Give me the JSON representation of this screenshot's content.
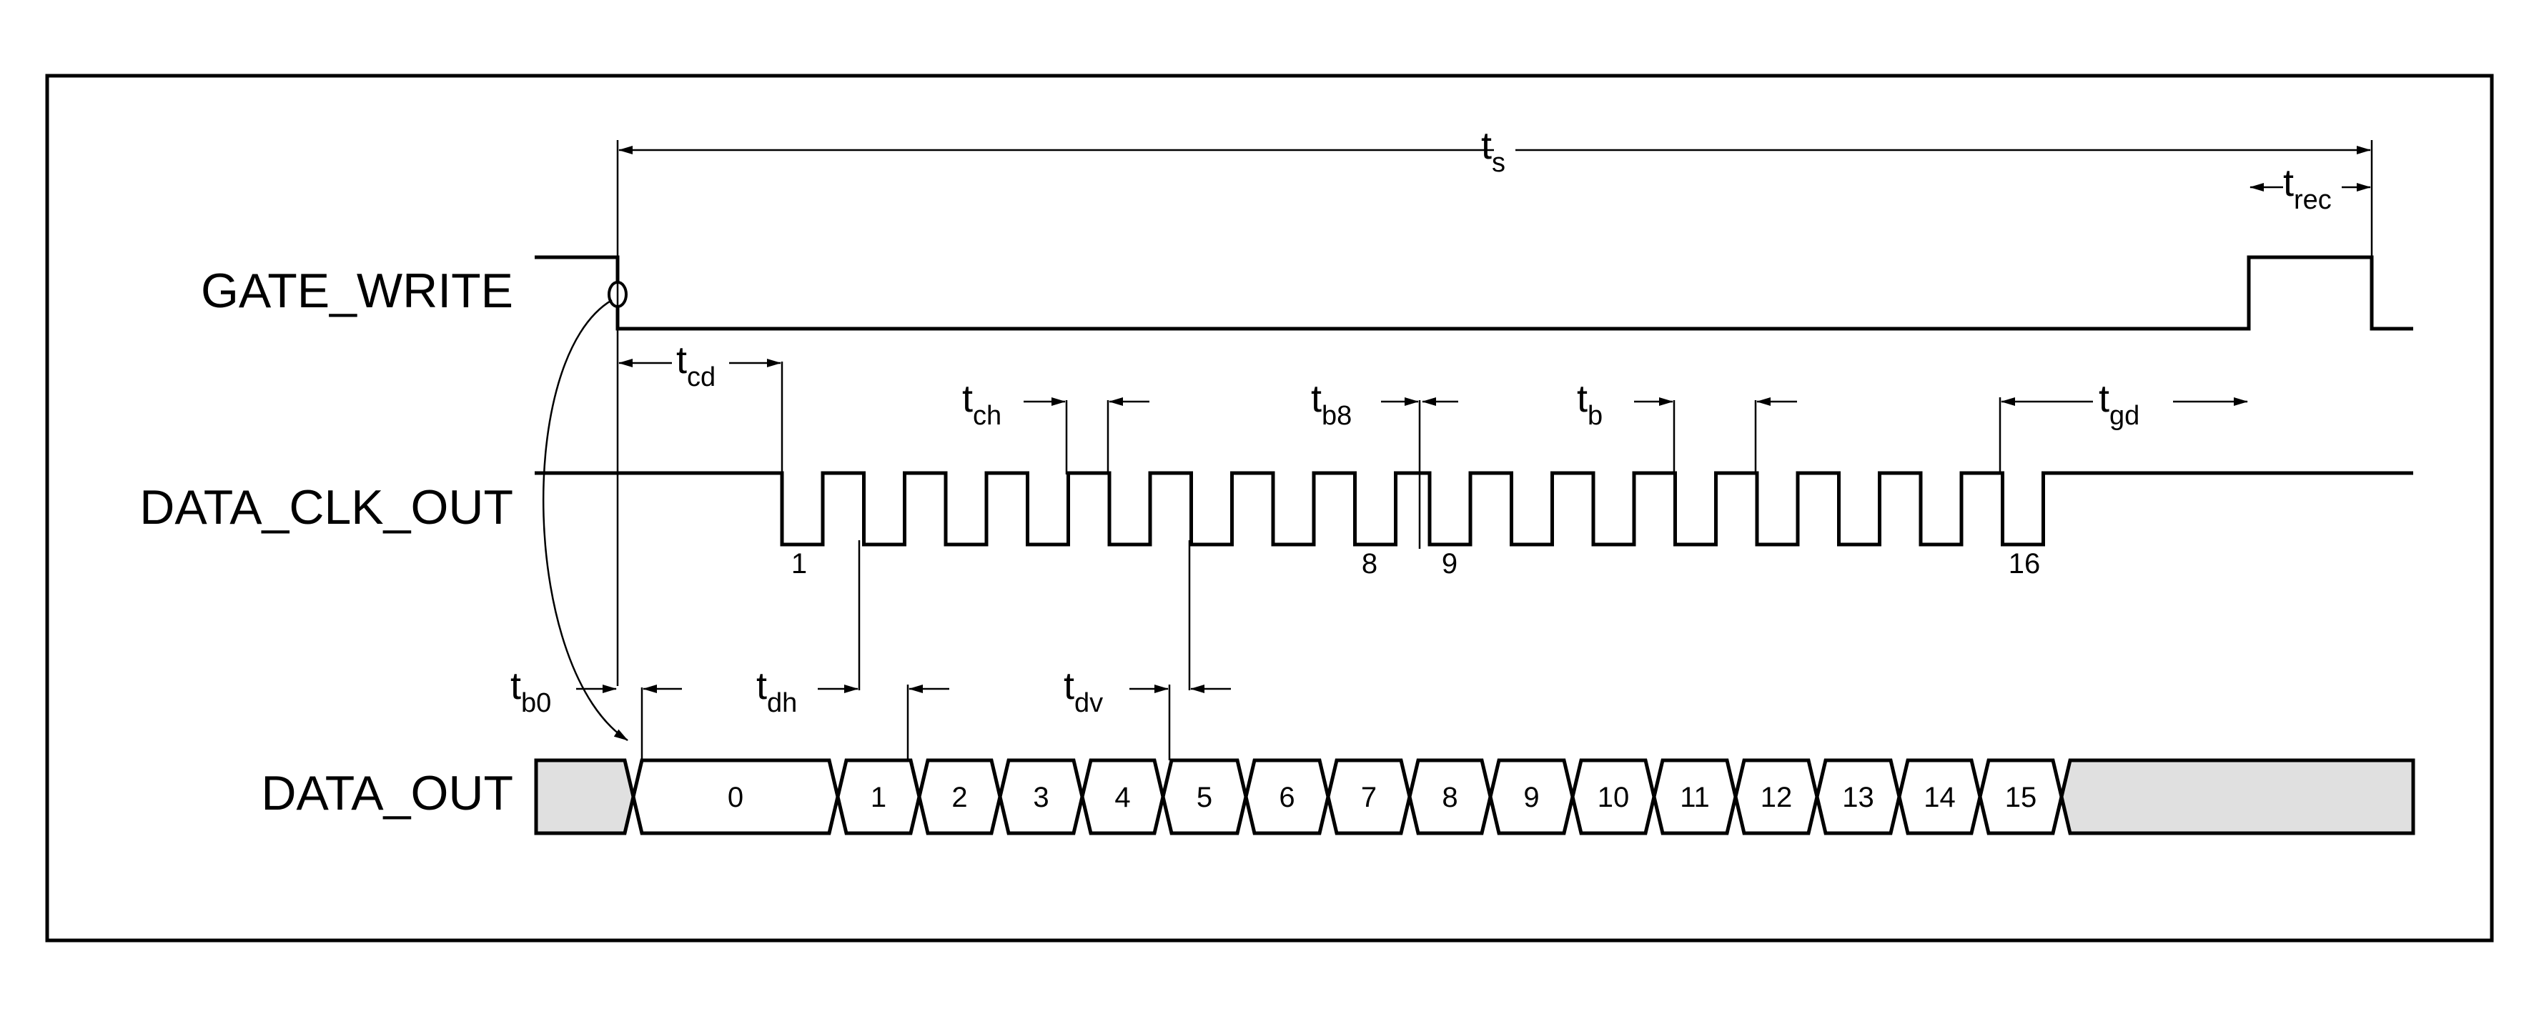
{
  "signals": {
    "gate_write": "GATE_WRITE",
    "data_clk_out": "DATA_CLK_OUT",
    "data_out": "DATA_OUT"
  },
  "timing": {
    "ts": {
      "main": "t",
      "sub": "s"
    },
    "trec": {
      "main": "t",
      "sub": "rec"
    },
    "tcd": {
      "main": "t",
      "sub": "cd"
    },
    "tch": {
      "main": "t",
      "sub": "ch"
    },
    "tb8": {
      "main": "t",
      "sub": "b8"
    },
    "tb": {
      "main": "t",
      "sub": "b"
    },
    "tgd": {
      "main": "t",
      "sub": "gd"
    },
    "tb0": {
      "main": "t",
      "sub": "b0"
    },
    "tdh": {
      "main": "t",
      "sub": "dh"
    },
    "tdv": {
      "main": "t",
      "sub": "dv"
    }
  },
  "clock_edge_labels": [
    "1",
    "8",
    "9",
    "16"
  ],
  "data_bits": [
    "0",
    "1",
    "2",
    "3",
    "4",
    "5",
    "6",
    "7",
    "8",
    "9",
    "10",
    "11",
    "12",
    "13",
    "14",
    "15"
  ],
  "colors": {
    "line": "#000000",
    "shade": "#e0e0e0",
    "background": "#ffffff"
  }
}
